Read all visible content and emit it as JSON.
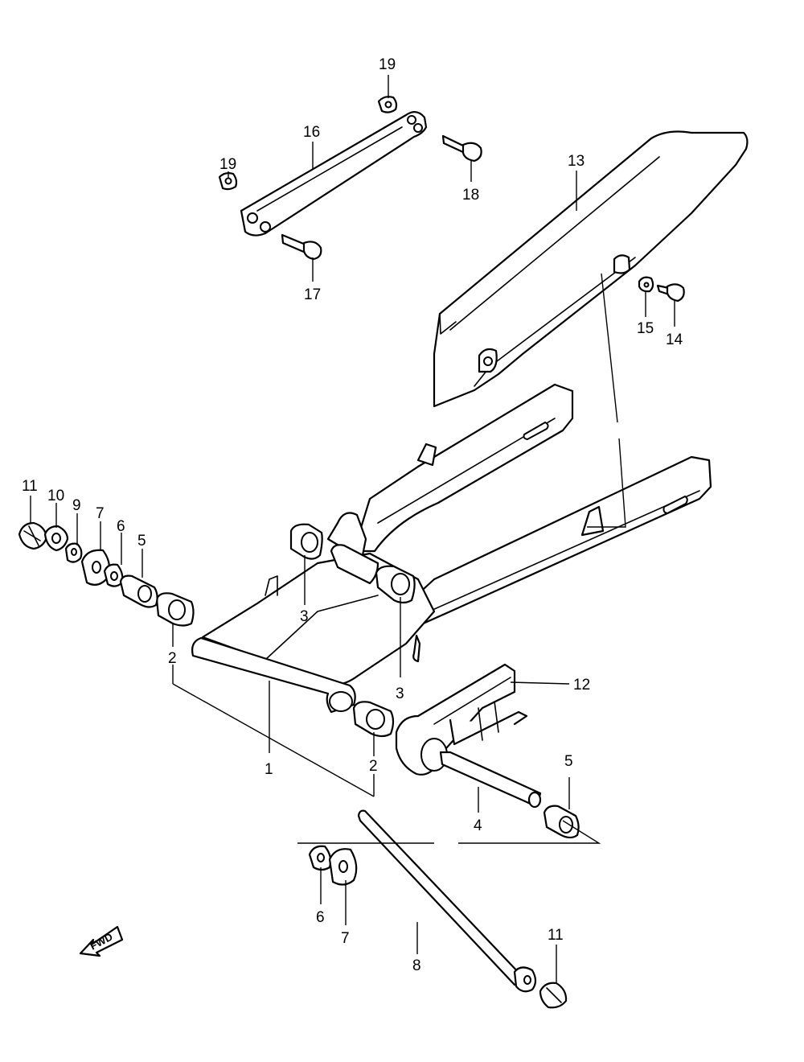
{
  "callouts": {
    "c1": "1",
    "c2a": "2",
    "c2b": "2",
    "c3a": "3",
    "c3b": "3",
    "c4": "4",
    "c5a": "5",
    "c5b": "5",
    "c6a": "6",
    "c6b": "6",
    "c7a": "7",
    "c7b": "7",
    "c8": "8",
    "c9": "9",
    "c10": "10",
    "c11a": "11",
    "c11b": "11",
    "c12": "12",
    "c13": "13",
    "c14": "14",
    "c15": "15",
    "c16": "16",
    "c17": "17",
    "c18": "18",
    "c19a": "19",
    "c19b": "19"
  },
  "fwd_label": "FWD"
}
